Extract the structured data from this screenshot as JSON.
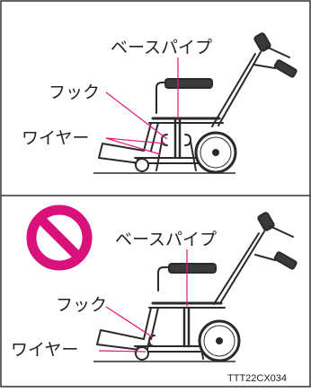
{
  "panels": [
    {
      "id": "correct",
      "labels": {
        "base_pipe": "ベースパイプ",
        "hook": "フック",
        "wire": "ワイヤー"
      }
    },
    {
      "id": "prohibited",
      "symbol": "prohibition-sign",
      "labels": {
        "base_pipe": "ベースパイプ",
        "hook": "フック",
        "wire": "ワイヤー"
      }
    }
  ],
  "figure_code": "TTT22CX034",
  "colors": {
    "leader": "#e0187a",
    "prohibition": "#d8127a",
    "line": "#2a2a2a",
    "seat": "#3a3a3a"
  }
}
